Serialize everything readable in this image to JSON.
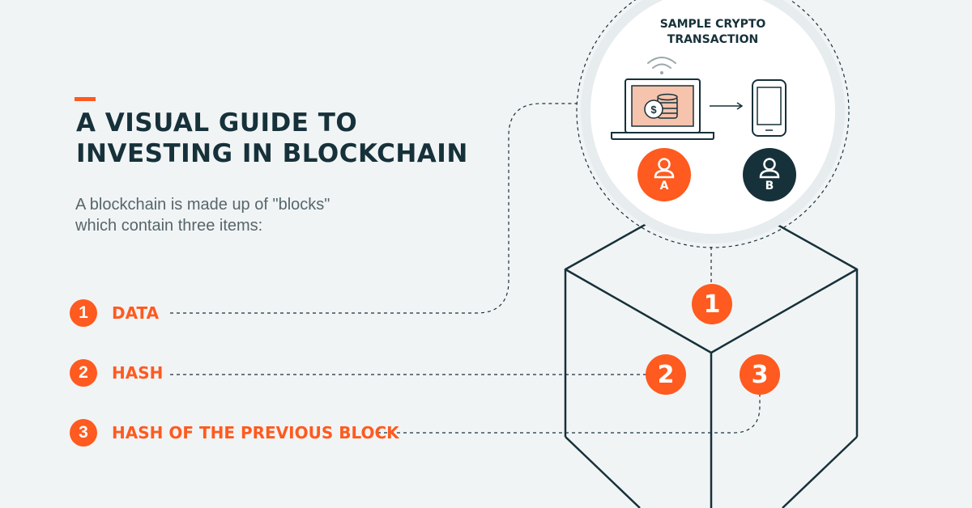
{
  "header": {
    "title_line1": "A VISUAL GUIDE TO",
    "title_line2": "INVESTING IN BLOCKCHAIN"
  },
  "intro": {
    "line1": "A blockchain is made up of \"blocks\"",
    "line2": "which contain three items:"
  },
  "items": [
    {
      "number": "1",
      "label": "DATA"
    },
    {
      "number": "2",
      "label": "HASH"
    },
    {
      "number": "3",
      "label": "HASH OF THE PREVIOUS BLOCK"
    }
  ],
  "transaction": {
    "title_line1": "SAMPLE CRYPTO",
    "title_line2": "TRANSACTION",
    "user_a": "A",
    "user_b": "B",
    "icons": [
      "wifi-icon",
      "laptop-icon",
      "coins-icon",
      "arrow-right-icon",
      "phone-icon",
      "user-icon"
    ]
  },
  "cube_markers": [
    "1",
    "2",
    "3"
  ],
  "colors": {
    "background": "#f1f4f5",
    "accent": "#ff5a1f",
    "dark": "#16313a",
    "text_gray": "#56666c",
    "screen_fill": "#f6c3ad"
  }
}
